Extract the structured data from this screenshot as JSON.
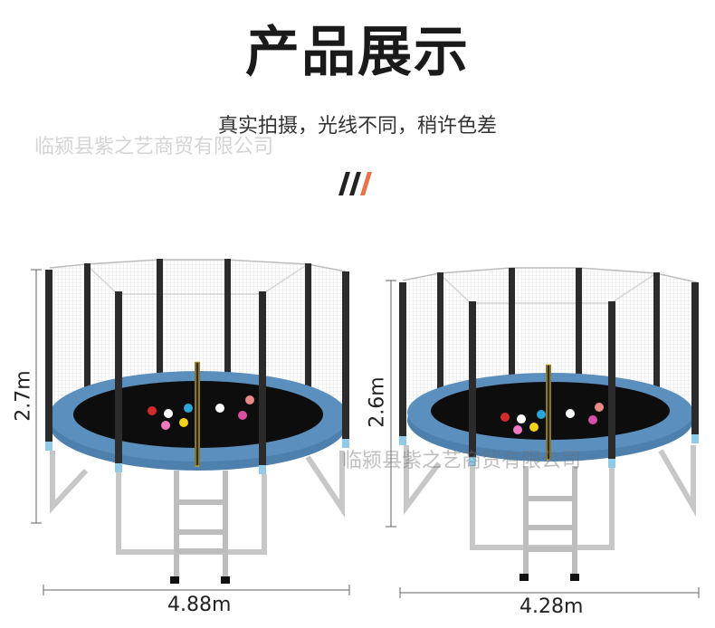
{
  "header": {
    "title": "产品展示",
    "subtitle": "真实拍摄，光线不同，稍许色差"
  },
  "watermarks": [
    "临颍县紫之艺商贸有限公司",
    "临颍县紫之艺商贸有限公司"
  ],
  "products": [
    {
      "height_label": "2.7m",
      "width_label": "4.88m"
    },
    {
      "height_label": "2.6m",
      "width_label": "4.28m"
    }
  ],
  "colors": {
    "pad": "#5b8fbd",
    "pad_dark": "#3f6e99",
    "mat": "#0d0d0d",
    "pole": "#2b2b2b",
    "foam": "#8fcbe8",
    "frame": "#c7c7c7",
    "accent_slash": "#e8734a"
  },
  "icons": [
    "decor-slashes-icon"
  ]
}
